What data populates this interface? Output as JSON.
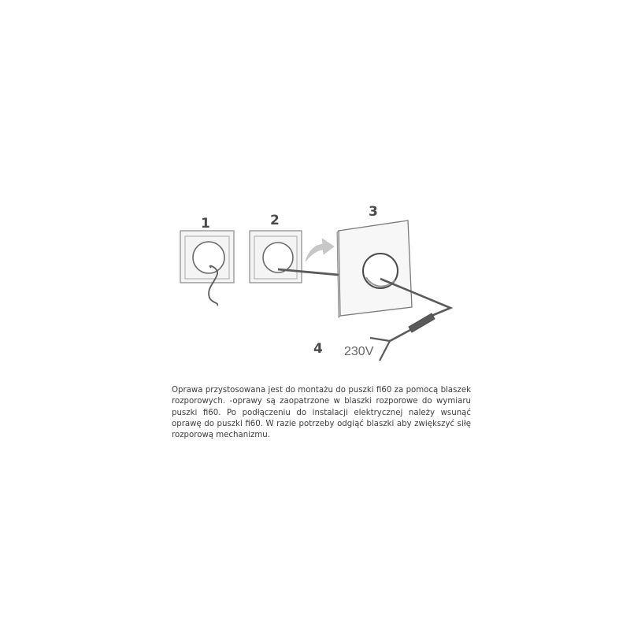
{
  "steps": {
    "step1": "1",
    "step2": "2",
    "step3": "3",
    "step4": "4"
  },
  "voltage_label": "230V",
  "caption": "Oprawa przystosowana jest do montażu do puszki fi60 za pomocą blaszek rozporowych. -oprawy są zaopatrzone w blaszki rozporowe do wymiaru puszki fi60. Po podłączeniu do instalacji elektrycznej należy wsunąć oprawę do puszki fi60. W razie potrzeby odgiąć blaszki aby zwiększyć siłę rozporową mechanizmu.",
  "colors": {
    "outline": "#7a7a7a",
    "cable": "#5a5a5a",
    "arrow": "#c8c8c8",
    "plate_fill": "#f4f4f4"
  }
}
